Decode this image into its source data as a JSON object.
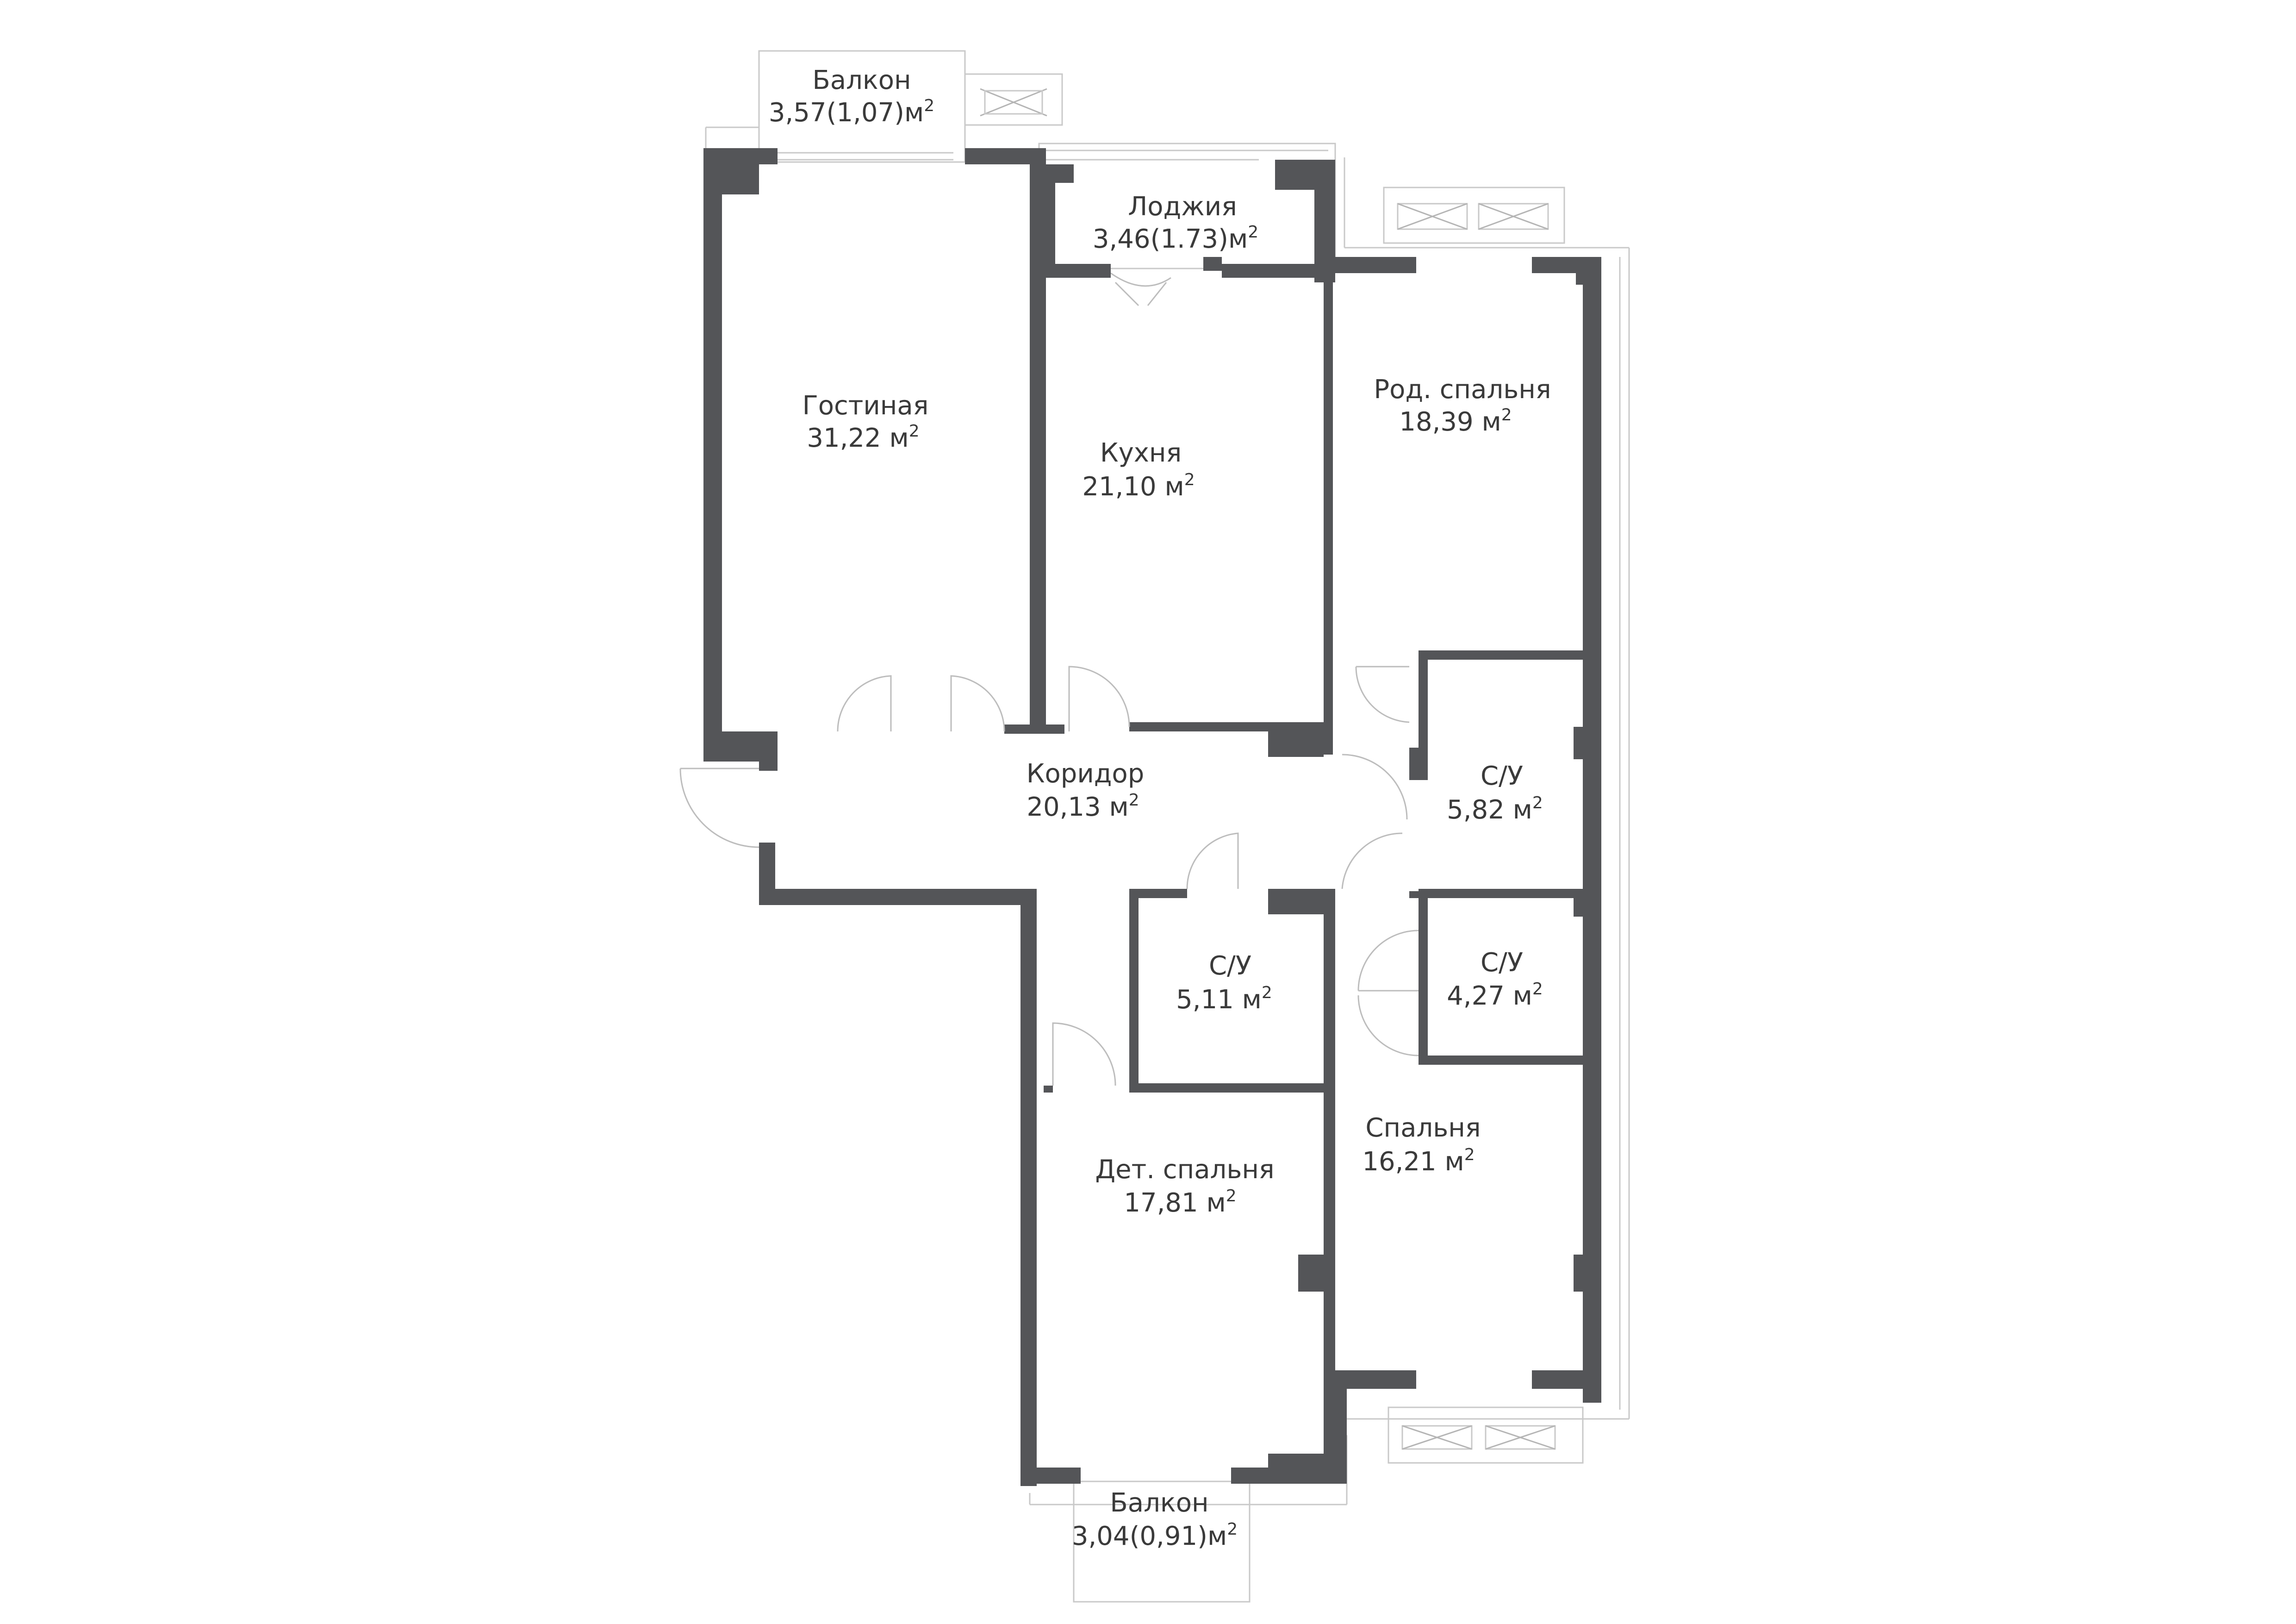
{
  "rooms": [
    {
      "id": "balcony-top",
      "name": "Балкон",
      "area": "3,57(1,07)м",
      "unit_sup": "2"
    },
    {
      "id": "loggia",
      "name": "Лоджия",
      "area": "3,46(1.73)м",
      "unit_sup": "2"
    },
    {
      "id": "living",
      "name": "Гостиная",
      "area": "31,22 м",
      "unit_sup": "2"
    },
    {
      "id": "kitchen",
      "name": "Кухня",
      "area": "21,10 м",
      "unit_sup": "2"
    },
    {
      "id": "master-bedroom",
      "name": "Род. спальня",
      "area": "18,39 м",
      "unit_sup": "2"
    },
    {
      "id": "corridor",
      "name": "Коридор",
      "area": "20,13 м",
      "unit_sup": "2"
    },
    {
      "id": "bath-1",
      "name": "С/У",
      "area": "5,82 м",
      "unit_sup": "2"
    },
    {
      "id": "bath-2",
      "name": "С/У",
      "area": "5,11 м",
      "unit_sup": "2"
    },
    {
      "id": "bath-3",
      "name": "С/У",
      "area": "4,27 м",
      "unit_sup": "2"
    },
    {
      "id": "bedroom",
      "name": "Спальня",
      "area": "16,21 м",
      "unit_sup": "2"
    },
    {
      "id": "kids-bedroom",
      "name": "Дет. спальня",
      "area": "17,81 м",
      "unit_sup": "2"
    },
    {
      "id": "balcony-bottom",
      "name": "Балкон",
      "area": "3,04(0,91)м",
      "unit_sup": "2"
    }
  ],
  "colors": {
    "wall": "#545558",
    "outline": "#c9c9c9",
    "text": "#3a3a3a"
  }
}
